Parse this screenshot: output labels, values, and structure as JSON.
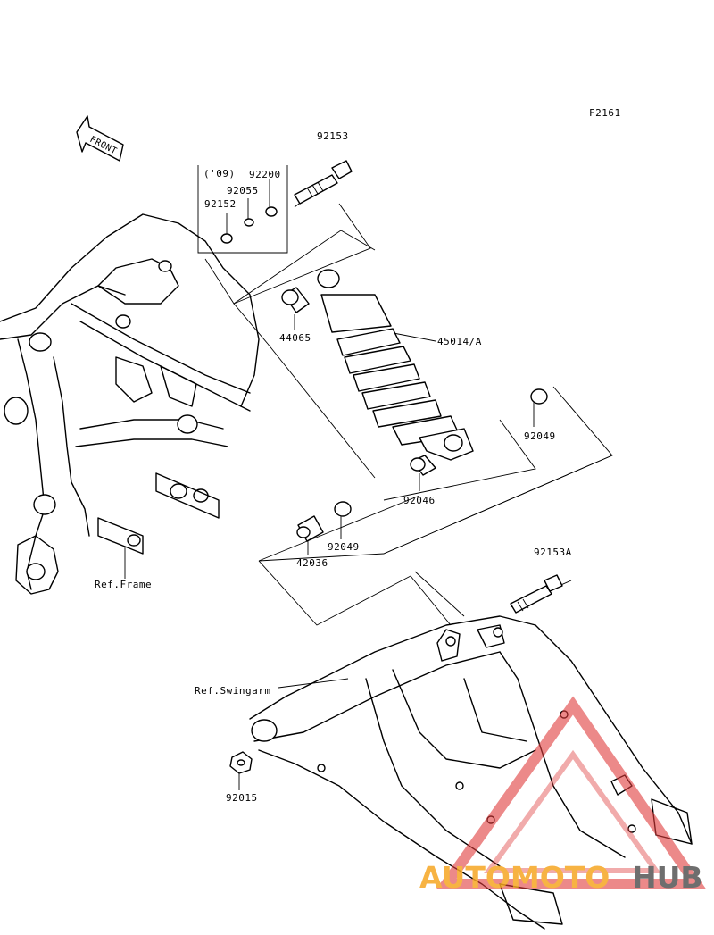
{
  "figure_code": "F2161",
  "front_label": "FRONT",
  "year_note": "('09)",
  "parts": {
    "p92153": "92153",
    "p92200": "92200",
    "p92055": "92055",
    "p92152": "92152",
    "p44065": "44065",
    "p45014": "45014/A",
    "p92049a": "92049",
    "p92046": "92046",
    "p92049b": "92049",
    "p42036": "42036",
    "p92153A": "92153A",
    "p92015": "92015"
  },
  "refs": {
    "frame": "Ref.Frame",
    "swingarm": "Ref.Swingarm"
  },
  "watermark": {
    "brand_a": "AUTOMOTO",
    "brand_b": "HUB",
    "color_a": "#f6a623",
    "color_b": "#555555",
    "triangle_color": "#e03a3a"
  }
}
